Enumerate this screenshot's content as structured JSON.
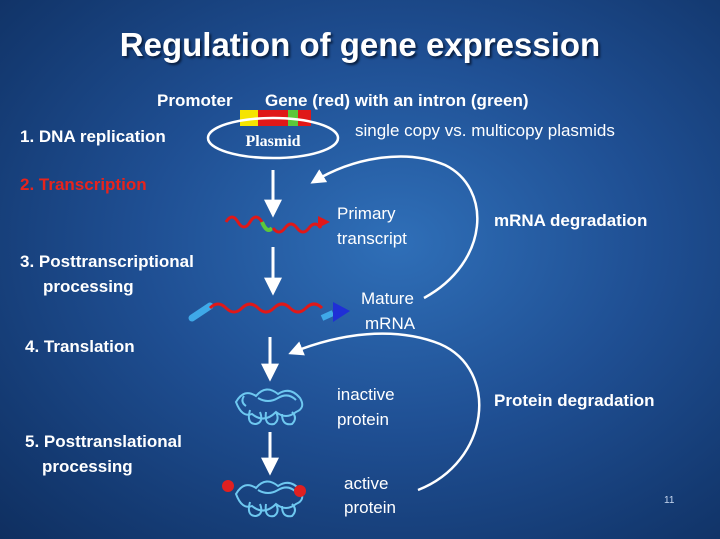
{
  "title": "Regulation of gene expression",
  "header": {
    "promoter": "Promoter",
    "gene_desc": "Gene (red) with an intron (green)",
    "plasmid": "Plasmid",
    "copy_note": "single copy vs. multicopy plasmids"
  },
  "steps": [
    {
      "label": "1. DNA replication"
    },
    {
      "label": "2. Transcription",
      "color": "#e8231c"
    },
    {
      "label_line1": "3. Posttranscriptional",
      "label_line2": "processing"
    },
    {
      "label": "4. Translation"
    },
    {
      "label_line1": "5. Posttranslational",
      "label_line2": "processing"
    }
  ],
  "molecules": {
    "primary_line1": "Primary",
    "primary_line2": "transcript",
    "mature_line1": "Mature",
    "mature_line2": "mRNA",
    "inactive_line1": "inactive",
    "inactive_line2": "protein",
    "active_line1": "active",
    "active_line2": "protein"
  },
  "degradation": {
    "mrna": "mRNA degradation",
    "protein": "Protein degradation"
  },
  "page_number": "11",
  "colors": {
    "promoter": "#f5e400",
    "gene": "#e01818",
    "intron": "#5cc83a",
    "mrna_cap": "#3fa9e8",
    "mrna_tail": "#1f2fd6",
    "protein": "#6ec8f0",
    "phosphate": "#e02020"
  }
}
